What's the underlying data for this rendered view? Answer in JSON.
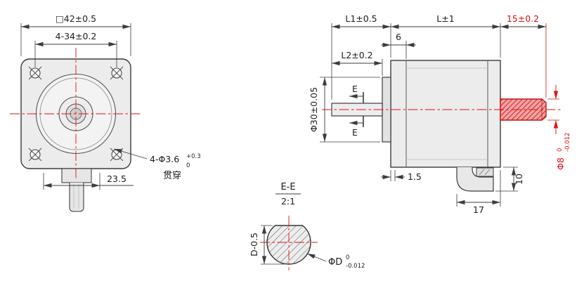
{
  "colors": {
    "accent_red": "#e01010",
    "line": "#3c3c3c",
    "body_fill": "#ececec"
  },
  "front_view": {
    "dim_square": "□42±0.5",
    "dim_hole_spacing": "4-34±0.2",
    "dim_connector": "23.5",
    "hole_note_main": "4-Φ3.6",
    "hole_note_sup": "+0.3",
    "hole_note_sub": "0",
    "hole_note_through": "贯穿"
  },
  "side_view": {
    "dim_l1": "L1±0.5",
    "dim_l": "L±1",
    "dim_rear_shaft_len": "15±0.2",
    "dim_front_cap": "6",
    "dim_l2": "L2±0.2",
    "dim_pilot": "Φ30±0.05",
    "section_mark": "E",
    "dim_step": "1.5",
    "dim_cable": "17",
    "dim_exit": "10",
    "dim_shaft_main": "Φ8",
    "dim_shaft_sup": "0",
    "dim_shaft_sub": "-0.012"
  },
  "section_view": {
    "title": "E-E",
    "scale": "2:1",
    "dim_flat": "D-0.5",
    "dim_dia_main": "ΦD",
    "dim_dia_sup": "0",
    "dim_dia_sub": "-0.012"
  }
}
